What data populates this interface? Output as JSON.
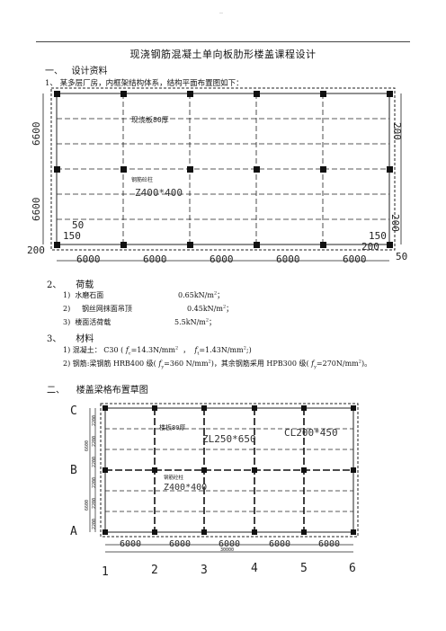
{
  "header_mark": "_",
  "title": "现浇钢筋混凝土单向板肋形楼盖课程设计",
  "sec1": {
    "num": "一、",
    "label": "设计资料"
  },
  "item1": "1、 某多层厂房，内框架结构体系，结构平面布置图如下：",
  "plan1": {
    "slab_label": "现浇板80厚",
    "slab_thk": "80",
    "col_note": "钢筋砼柱",
    "col_size": "Z400*400",
    "dim_6600": "6600",
    "dim_200": "200",
    "dim_50": "50",
    "dim_150": "150",
    "dim_6000": "6000"
  },
  "sec2": {
    "num": "2、",
    "label": "荷载"
  },
  "loads": [
    {
      "no": "1)",
      "name": "水磨石面",
      "val": "0.65kN/m",
      "sup": "2",
      "end": "；"
    },
    {
      "no": "2)",
      "name": "钢丝网抹面吊顶",
      "val": "0.45kN/m",
      "sup": "2",
      "end": "；"
    },
    {
      "no": "3)",
      "name": "楼面活荷载",
      "val": "5.5kN/m",
      "sup": "2",
      "end": "；"
    }
  ],
  "sec3": {
    "num": "3、",
    "label": "材料"
  },
  "mat1": {
    "pre": "1)  混凝土： C30 (",
    "a": "f",
    "asub": "c",
    "b": "=14.3N/mm",
    "c": "，",
    "d": "f",
    "dsub": "t",
    "e": "=1.43N/mm",
    "end": ";)"
  },
  "mat2": {
    "pre": "2)  钢筋:梁钢筋 HRB400 级(",
    "a": "f",
    "asub": "y",
    "b": "=360 N/mm",
    "mid": ")，其余钢筋采用 HPB300 级(",
    "c": "f",
    "csub": "y",
    "d": "=270N/mm",
    "end": ")。"
  },
  "sec4": {
    "num": "二、",
    "label": "楼盖梁格布置草图"
  },
  "plan2": {
    "axes_rows": [
      "C",
      "B",
      "A"
    ],
    "axes_cols": [
      "1",
      "2",
      "3",
      "4",
      "5",
      "6"
    ],
    "slab_label": "楼板80厚",
    "zl": "ZL250*650",
    "cl": "CL200*450",
    "col_note": "钢筋砼柱",
    "col_size": "Z400*400",
    "bay": "6000",
    "total": "30000",
    "dim_6600": "6600",
    "dim_2200": "2200"
  }
}
